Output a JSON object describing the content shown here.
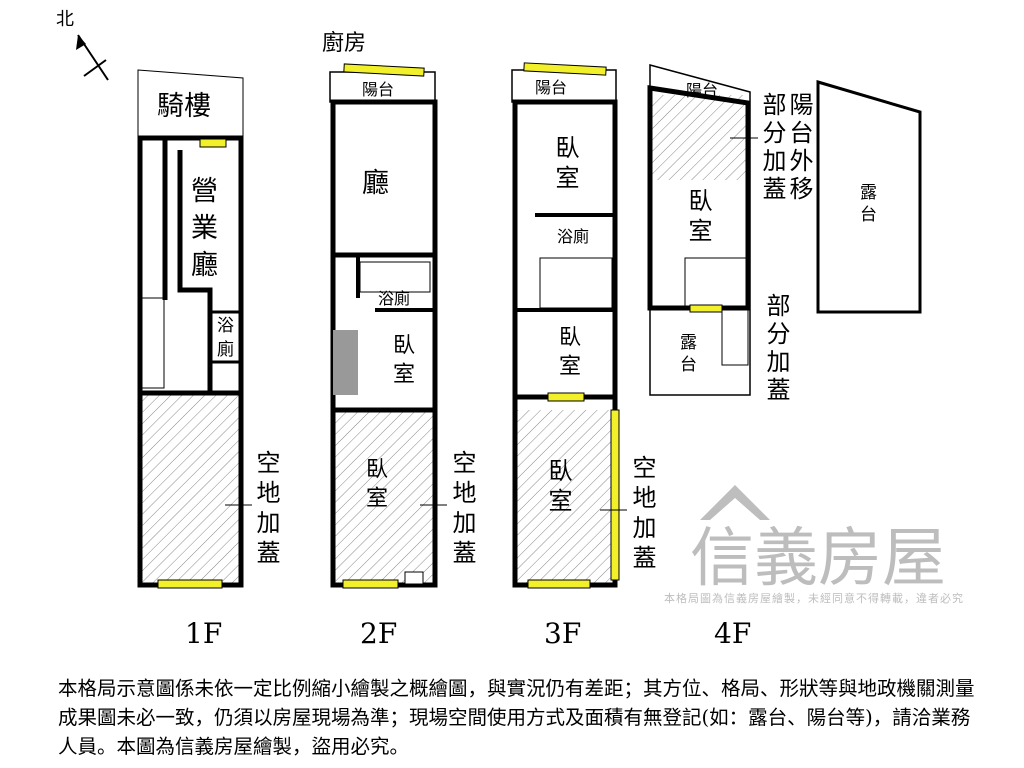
{
  "compass": {
    "north_label": "北"
  },
  "floors": [
    {
      "label": "1F",
      "rooms": [
        "騎樓",
        "營業廳",
        "浴廁"
      ],
      "annex": "空地加蓋"
    },
    {
      "label": "2F",
      "rooms": [
        "廚房",
        "陽台",
        "廳",
        "浴廁",
        "臥室",
        "臥室"
      ],
      "annex": "空地加蓋"
    },
    {
      "label": "3F",
      "rooms": [
        "陽台",
        "臥室",
        "浴廁",
        "臥室",
        "臥室"
      ],
      "annex": "空地加蓋"
    },
    {
      "label": "4F",
      "rooms": [
        "陽台",
        "臥室",
        "露台",
        "露台"
      ],
      "annex_top": "部分加蓋",
      "annex_top2": "陽台外移",
      "annex_bottom": "部分加蓋"
    }
  ],
  "watermark": {
    "logo": "信義房屋",
    "text": "本格局圖為信義房屋繪製，未經同意不得轉載，違者必究"
  },
  "disclaimer": "本格局示意圖係未依一定比例縮小繪製之概繪圖，與實況仍有差距；其方位、格局、形狀等與地政機關測量成果圖未必一致，仍須以房屋現場為準；現場空間使用方式及面積有無登記(如：露台、陽台等)，請洽業務人員。本圖為信義房屋繪製，盜用必究。",
  "colors": {
    "wall": "#000000",
    "window": "#f2f02a",
    "hatch": "#777777",
    "watermark": "#9a9a9a"
  }
}
